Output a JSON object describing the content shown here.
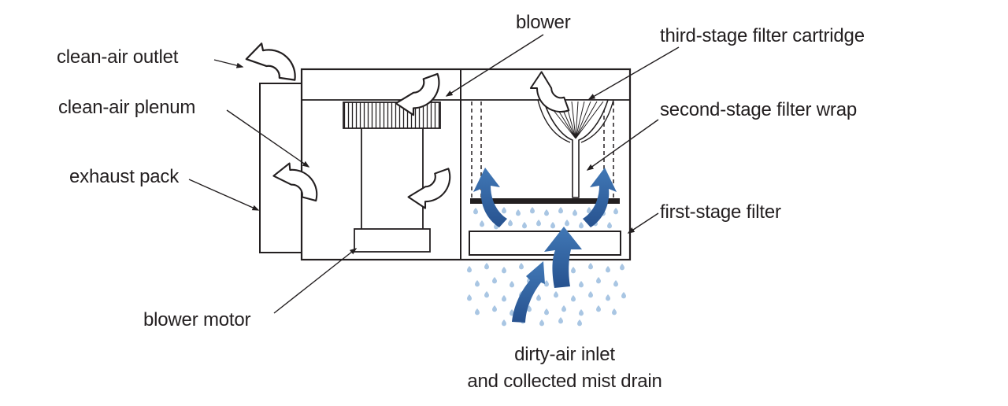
{
  "labels": {
    "clean_air_outlet": "clean-air outlet",
    "clean_air_plenum": "clean-air plenum",
    "exhaust_pack": "exhaust pack",
    "blower_motor": "blower motor",
    "blower": "blower",
    "third_stage_filter_cartridge": "third-stage filter cartridge",
    "second_stage_filter_wrap": "second-stage filter wrap",
    "first_stage_filter": "first-stage filter",
    "dirty_air_inlet_line1": "dirty-air inlet",
    "dirty_air_inlet_line2": "and collected mist drain"
  },
  "colors": {
    "outline": "#231f20",
    "arrow_blue_dark": "#27528f",
    "arrow_blue_light": "#4178b6",
    "mist_blue": "#a9c6e3",
    "background": "#ffffff"
  }
}
